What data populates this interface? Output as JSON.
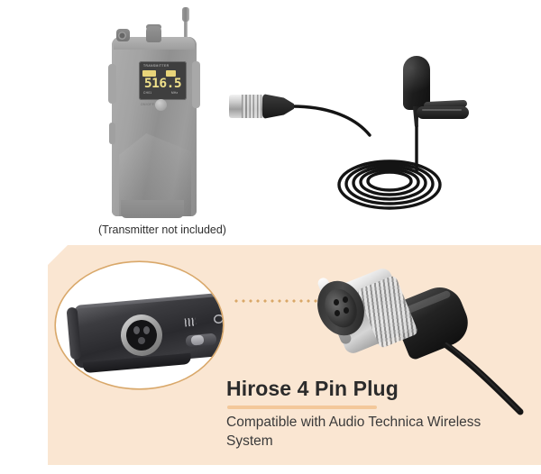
{
  "image": {
    "kind": "product-infographic",
    "subject": "lavalier microphone with Hirose 4-pin connector"
  },
  "top": {
    "caption": "(Transmitter not included)",
    "transmitter": {
      "screen_label": "TRANSMITTER",
      "frequency": "516.5",
      "icon_left": "battery-icon",
      "icon_right": "signal-icon",
      "sub_left": "CH01",
      "sub_right": "MHz",
      "button_label": "ON/OFF"
    }
  },
  "panel": {
    "background_color": "#fae6d2",
    "accent_color": "#d9a868",
    "heading": "Hirose 4 Pin Plug",
    "subtitle": "Compatible with Audio Technica Wireless System"
  },
  "colors": {
    "panel_bg": "#fae6d2",
    "accent": "#d9a868",
    "rule": "#f3c89a",
    "heading_text": "#2b2b2b",
    "body_text": "#3a3a3a",
    "screen_text": "#efe08a"
  }
}
